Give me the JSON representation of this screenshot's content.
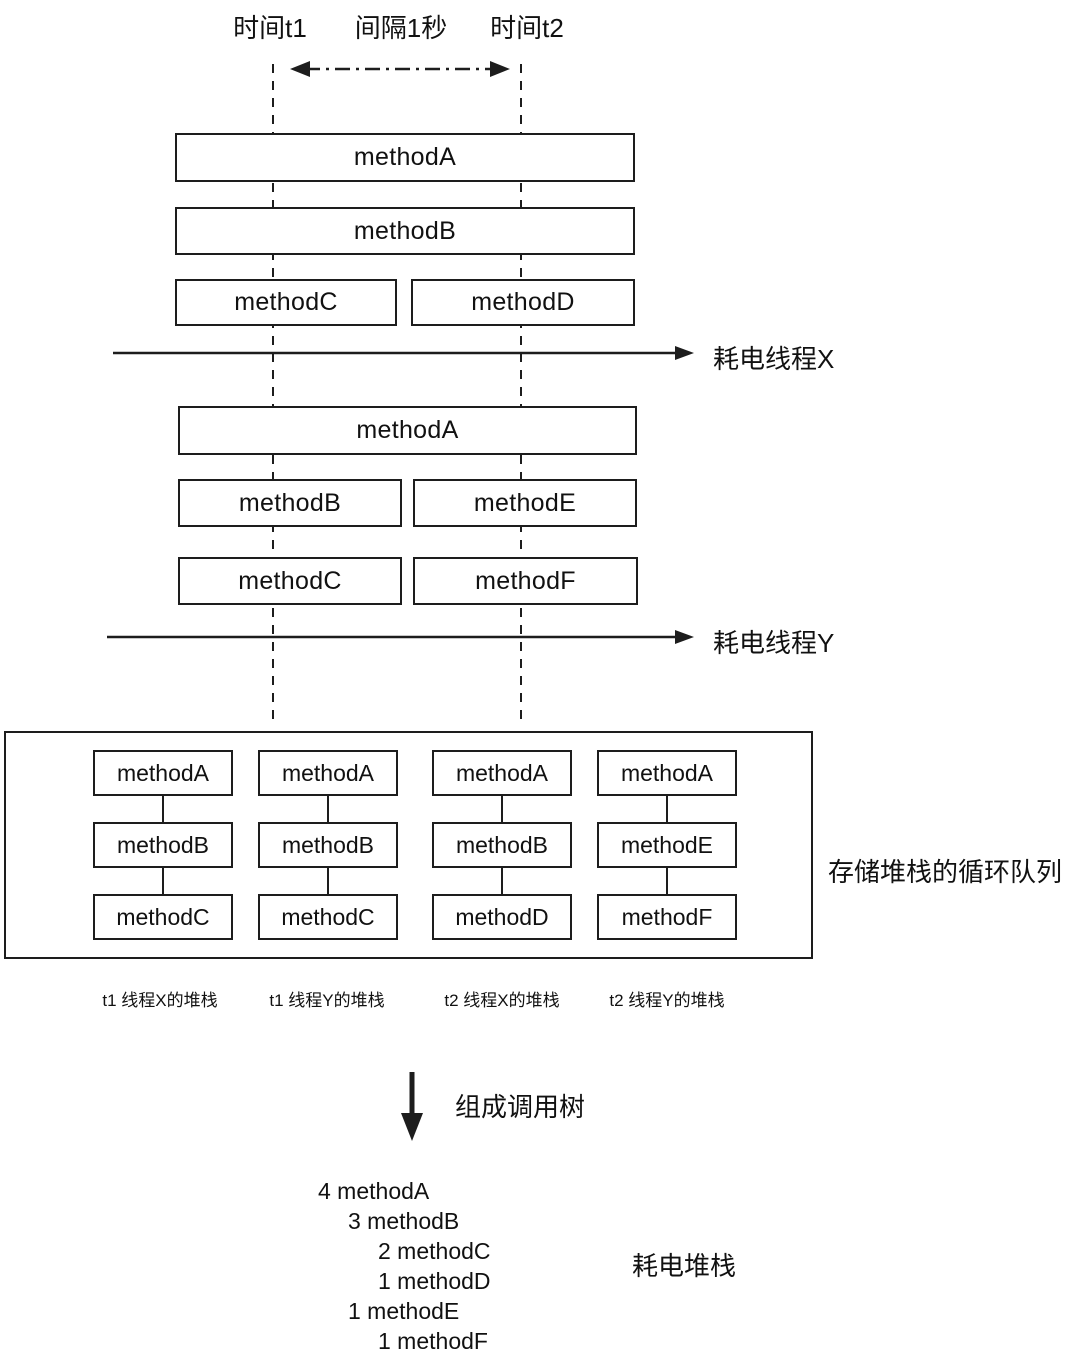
{
  "timeline": {
    "t1": "时间t1",
    "interval": "间隔1秒",
    "t2": "时间t2"
  },
  "thread_x": {
    "axis_label": "耗电线程X",
    "bars": [
      {
        "label": "methodA"
      },
      {
        "label": "methodB"
      },
      {
        "label": "methodC"
      },
      {
        "label": "methodD"
      }
    ]
  },
  "thread_y": {
    "axis_label": "耗电线程Y",
    "bars": [
      {
        "label": "methodA"
      },
      {
        "label": "methodB"
      },
      {
        "label": "methodE"
      },
      {
        "label": "methodC"
      },
      {
        "label": "methodF"
      }
    ]
  },
  "queue": {
    "label": "存储堆栈的循环队列",
    "stacks": [
      {
        "caption": "t1 线程X的堆栈",
        "frames": [
          "methodA",
          "methodB",
          "methodC"
        ]
      },
      {
        "caption": "t1 线程Y的堆栈",
        "frames": [
          "methodA",
          "methodB",
          "methodC"
        ]
      },
      {
        "caption": "t2 线程X的堆栈",
        "frames": [
          "methodA",
          "methodB",
          "methodD"
        ]
      },
      {
        "caption": "t2 线程Y的堆栈",
        "frames": [
          "methodA",
          "methodE",
          "methodF"
        ]
      }
    ]
  },
  "compose": {
    "arrow_label": "组成调用树"
  },
  "call_tree": {
    "label": "耗电堆栈",
    "lines": [
      {
        "indent": 0,
        "text": "4 methodA"
      },
      {
        "indent": 1,
        "text": "3 methodB"
      },
      {
        "indent": 2,
        "text": "2 methodC"
      },
      {
        "indent": 2,
        "text": "1 methodD"
      },
      {
        "indent": 1,
        "text": "1 methodE"
      },
      {
        "indent": 2,
        "text": "1 methodF"
      }
    ]
  }
}
